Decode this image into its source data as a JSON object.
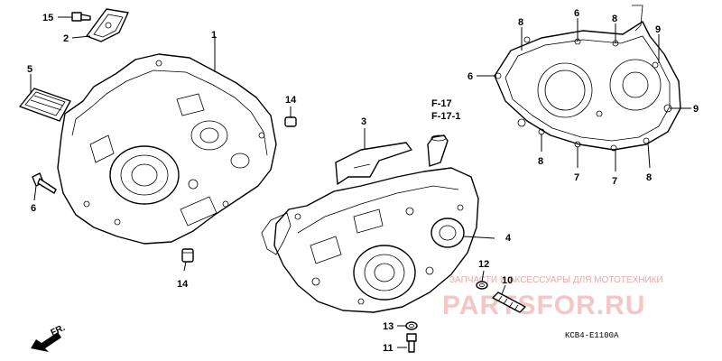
{
  "callouts": {
    "c1": "1",
    "c2": "2",
    "c3": "3",
    "c4": "4",
    "c5": "5",
    "c6a": "6",
    "c6b": "6",
    "c7a": "7",
    "c7b": "7",
    "c8a": "8",
    "c8b": "8",
    "c8c": "8",
    "c8d": "8",
    "c9a": "9",
    "c9b": "9",
    "c10": "10",
    "c11": "11",
    "c12": "12",
    "c13": "13",
    "c14a": "14",
    "c14b": "14",
    "c15": "15"
  },
  "refs": {
    "f17": "F-17",
    "f171": "F-17-1"
  },
  "direction": "FR.",
  "diagram_code": "KCB4-E1100A",
  "watermark": {
    "subtitle": "ЗАПЧАСТИ И АКСЕССУАРЫ ДЛЯ МОТОТЕХНИКИ",
    "brand": "PARTSFOR.RU"
  }
}
